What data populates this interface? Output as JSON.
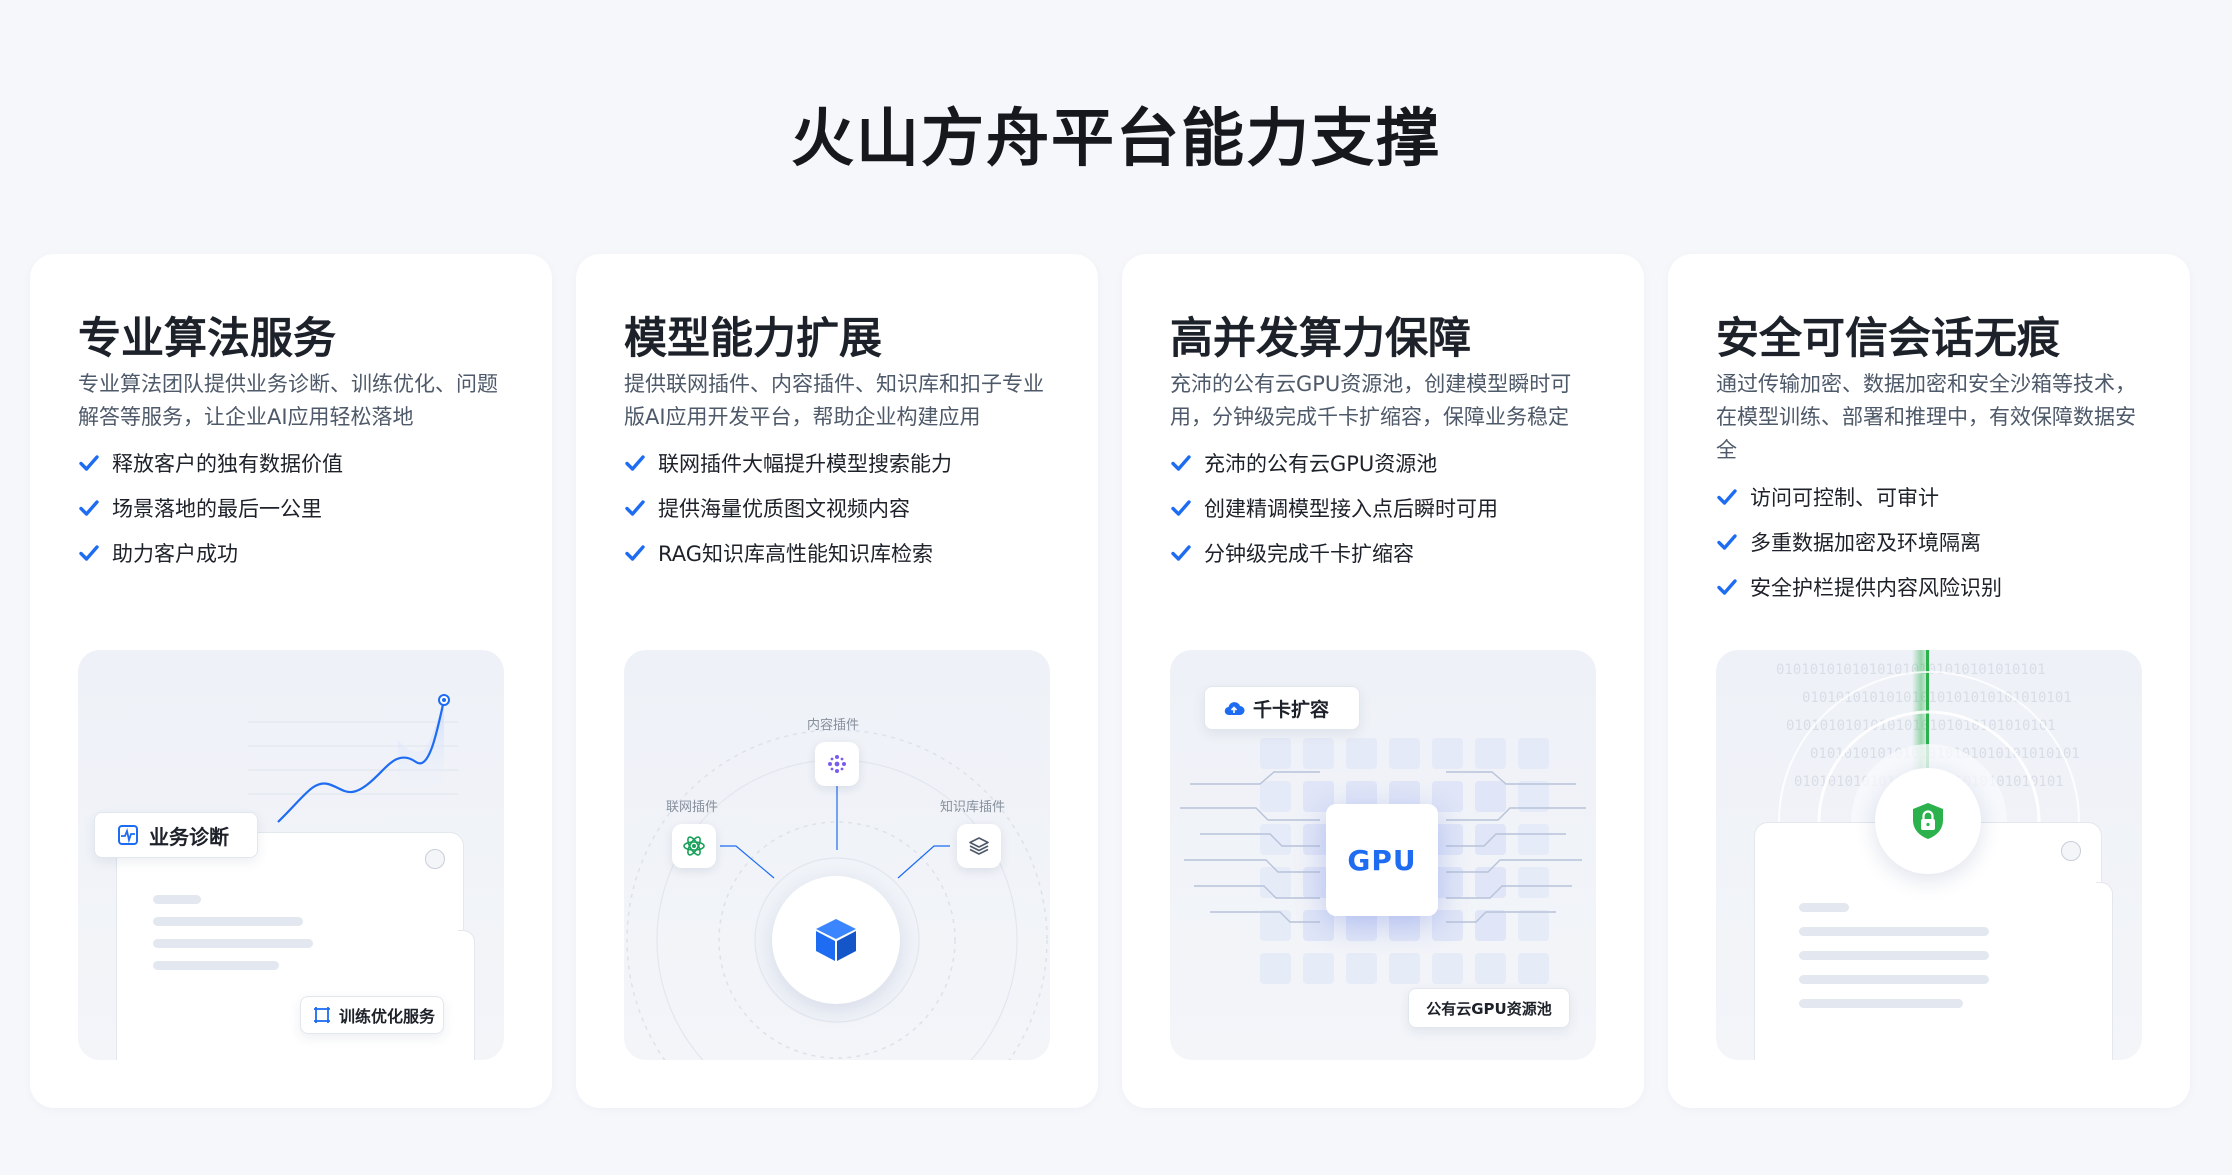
{
  "page": {
    "title": "火山方舟平台能力支撑"
  },
  "colors": {
    "accent": "#1d6cf2",
    "check": "#1d6cf2",
    "secure_green": "#2bb24c",
    "background": "#f5f7fb"
  },
  "cards": [
    {
      "title": "专业算法服务",
      "desc": "专业算法团队提供业务诊断、训练优化、问题解答等服务，让企业AI应用轻松落地",
      "features": [
        "释放客户的独有数据价值",
        "场景落地的最后一公里",
        "助力客户成功"
      ],
      "visual": {
        "chip_primary": "业务诊断",
        "chip_secondary": "训练优化服务",
        "icons": [
          "pulse-icon",
          "crop-frame-icon"
        ]
      }
    },
    {
      "title": "模型能力扩展",
      "desc": "提供联网插件、内容插件、知识库和扣子专业版AI应用开发平台，帮助企业构建应用",
      "features": [
        "联网插件大幅提升模型搜索能力",
        "提供海量优质图文视频内容",
        "RAG知识库高性能知识库检索"
      ],
      "visual": {
        "plugin_top": "内容插件",
        "plugin_left": "联网插件",
        "plugin_right": "知识库插件",
        "icons": [
          "dots-cluster-icon",
          "atom-icon",
          "layers-icon",
          "cube-icon"
        ]
      }
    },
    {
      "title": "高并发算力保障",
      "desc": "充沛的公有云GPU资源池，创建模型瞬时可用，分钟级完成千卡扩缩容，保障业务稳定",
      "features": [
        "充沛的公有云GPU资源池",
        "创建精调模型接入点后瞬时可用",
        "分钟级完成千卡扩缩容"
      ],
      "visual": {
        "chip_top": "千卡扩容",
        "gpu_label": "GPU",
        "chip_bottom": "公有云GPU资源池",
        "icons": [
          "cloud-upload-icon"
        ]
      }
    },
    {
      "title": "安全可信会话无痕",
      "desc": "通过传输加密、数据加密和安全沙箱等技术，在模型训练、部署和推理中，有效保障数据安全",
      "features": [
        "访问可控制、可审计",
        "多重数据加密及环境隔离",
        "安全护栏提供内容风险识别"
      ],
      "visual": {
        "binary_text": "01010101010101010101010101010101",
        "icons": [
          "shield-lock-icon"
        ]
      }
    }
  ]
}
